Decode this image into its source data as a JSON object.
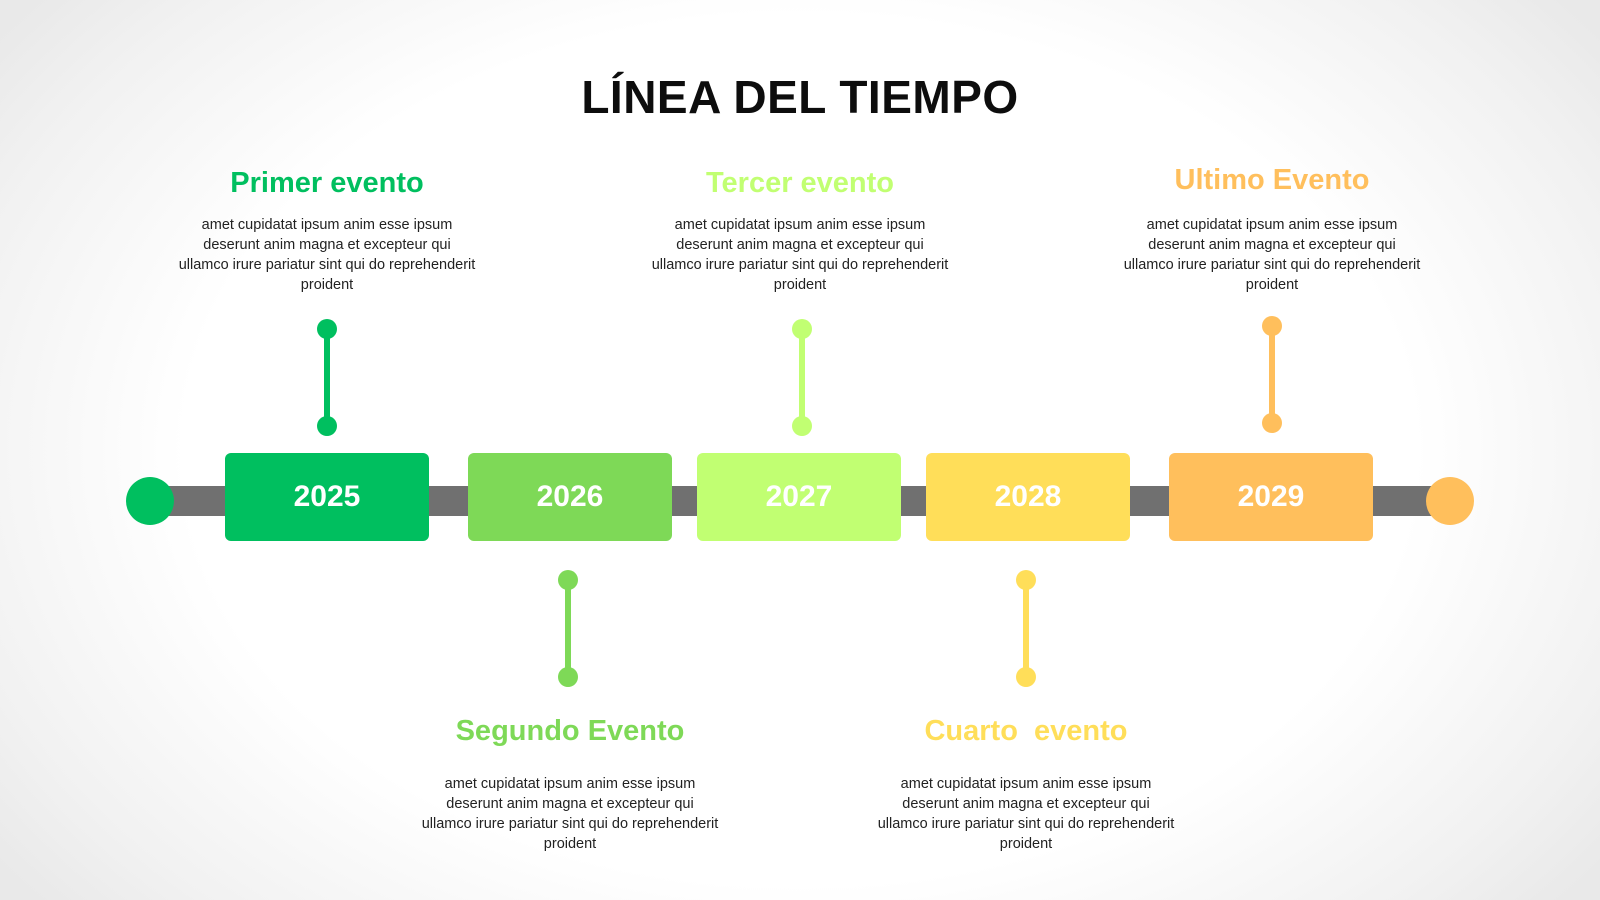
{
  "title": "LÍNEA DEL TIEMPO",
  "colors": {
    "track": "#707070",
    "start": "#00bf5f",
    "end": "#ffbf5c"
  },
  "events": [
    {
      "year": "2025",
      "title": "Primer evento",
      "description": "amet cupidatat ipsum anim esse ipsum deserunt anim magna et excepteur qui ullamco irure pariatur sint qui do reprehenderit proident",
      "color": "#00bf5f",
      "side": "top"
    },
    {
      "year": "2026",
      "title": "Segundo Evento",
      "description": "amet cupidatat ipsum anim esse ipsum deserunt anim magna et excepteur qui ullamco irure pariatur sint qui do reprehenderit proident",
      "color": "#7ed957",
      "side": "bottom"
    },
    {
      "year": "2027",
      "title": "Tercer evento",
      "description": "amet cupidatat ipsum anim esse ipsum deserunt anim magna et excepteur qui ullamco irure pariatur sint qui do reprehenderit proident",
      "color": "#c1ff72",
      "side": "top"
    },
    {
      "year": "2028",
      "title": "Cuarto  evento",
      "description": "amet cupidatat ipsum anim esse ipsum deserunt anim magna et excepteur qui ullamco irure pariatur sint qui do reprehenderit proident",
      "color": "#ffde59",
      "side": "bottom"
    },
    {
      "year": "2029",
      "title": "Ultimo Evento",
      "description": "amet cupidatat ipsum anim esse ipsum deserunt anim magna et excepteur qui ullamco irure pariatur sint qui do reprehenderit proident",
      "color": "#ffbf5c",
      "side": "top"
    }
  ]
}
